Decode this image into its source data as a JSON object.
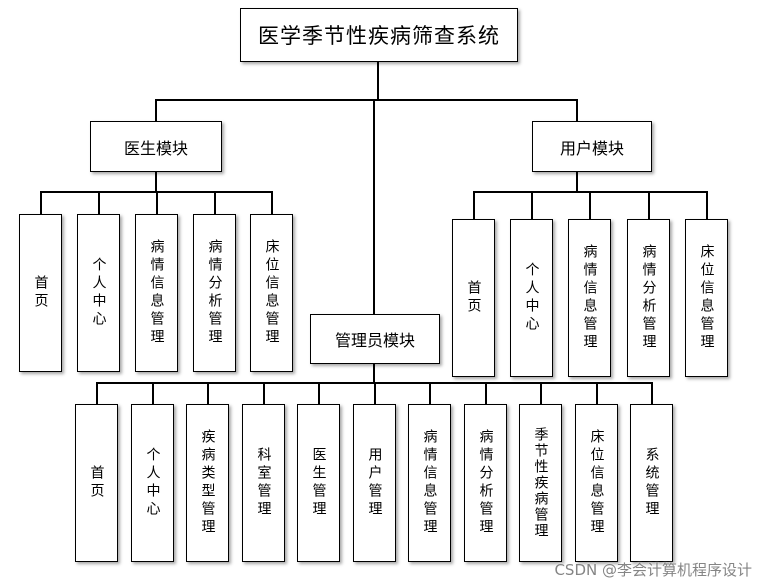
{
  "title": "医学季节性疾病筛查系统",
  "modules": {
    "doctor": {
      "label": "医生模块",
      "items": [
        "首页",
        "个人中心",
        "病情信息管理",
        "病情分析管理",
        "床位信息管理"
      ]
    },
    "user": {
      "label": "用户模块",
      "items": [
        "首页",
        "个人中心",
        "病情信息管理",
        "病情分析管理",
        "床位信息管理"
      ]
    },
    "admin": {
      "label": "管理员模块",
      "items": [
        "首页",
        "个人中心",
        "疾病类型管理",
        "科室管理",
        "医生管理",
        "用户管理",
        "病情信息管理",
        "病情分析管理",
        "季节性疾病管理",
        "床位信息管理",
        "系统管理"
      ]
    }
  },
  "watermark": "CSDN @李会计算机程序设计"
}
